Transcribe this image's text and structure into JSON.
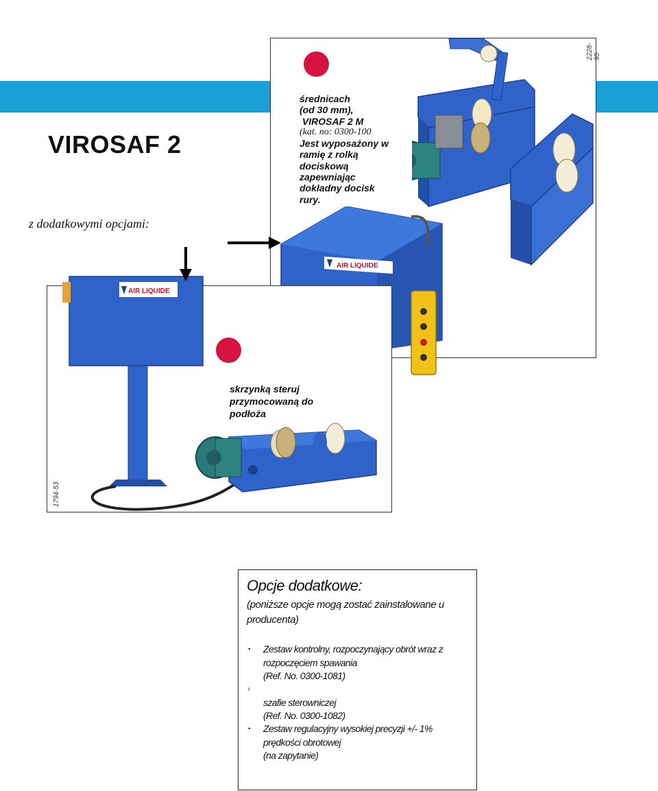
{
  "title": "VIROSAF 2",
  "subtitle": "z dodatkowymi opcjami:",
  "photo1": {
    "ref_code": "2228-95",
    "brand": "AIR LIQUIDE",
    "caption_lines": [
      "średnicach",
      "(od 30 mm),",
      " VIROSAF 2 M"
    ],
    "caption_cat": "(kat. no: 0300-100",
    "caption_rest": [
      "Jest wyposażony w",
      "ramię z rolką",
      "dociskową",
      "zapewniając",
      "dokładny docisk",
      "rury."
    ]
  },
  "photo2": {
    "ref_code": "1794-53",
    "brand": "AIR LIQUIDE",
    "caption_lines": [
      "skrzynką steruj",
      "przymocowaną do",
      "podłoża"
    ]
  },
  "options": {
    "heading": "Opcje dodatkowe:",
    "note": "(poniższe opcje mogą zostać zainstalowane u producenta)",
    "items": [
      {
        "bullet": "•",
        "lines": [
          "Zestaw kontrolny, rozpoczynający obrót wraz z",
          "rozpoczęciem spawania",
          "(Ref. No. 0300-1081)"
        ]
      },
      {
        "bullet": "ı",
        "lines": [
          "",
          "szafie sterowniczej",
          "(Ref. No. 0300-1082)"
        ]
      },
      {
        "bullet": "•",
        "lines": [
          "Zestaw regulacyjny wysokiej precyzji +/- 1%",
          "prędkości obrotowej",
          "(na zapytanie)"
        ]
      }
    ]
  },
  "colors": {
    "band": "#1aa0d8",
    "machine_blue": "#2f63c9",
    "motor_green": "#2b7a7a",
    "pendant_yellow": "#f2c21b",
    "dot_red": "#d4133e"
  }
}
